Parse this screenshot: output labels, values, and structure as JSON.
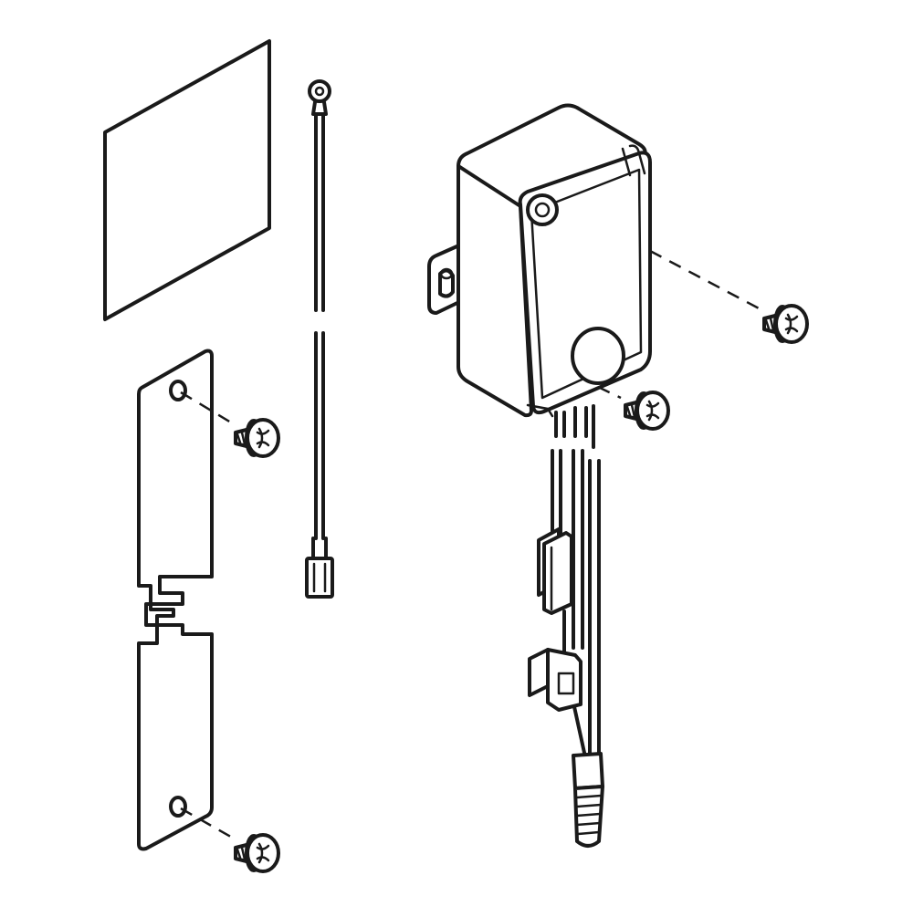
{
  "diagram": {
    "kind": "exploded-parts-view",
    "line_color": "#1a1a1a",
    "background": "#ffffff",
    "parts": [
      "adhesive-sheet",
      "ground-wire",
      "control-box",
      "mounting-plate",
      "screw",
      "screw",
      "screw",
      "screw",
      "cable-harness",
      "connector",
      "connector",
      "plug"
    ]
  }
}
